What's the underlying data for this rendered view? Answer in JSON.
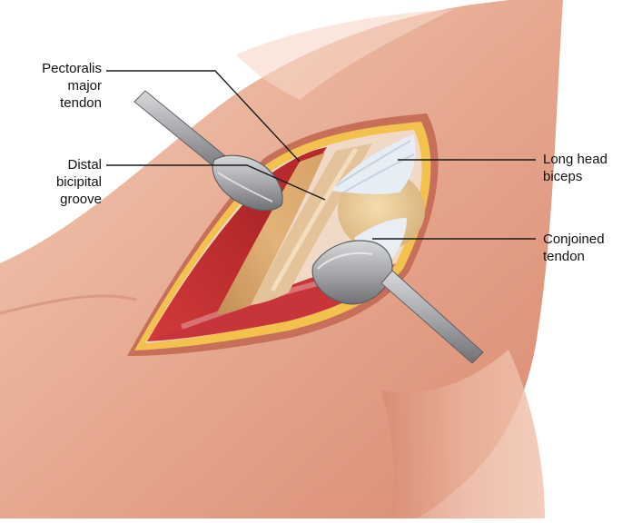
{
  "labels": {
    "pectoralis": [
      "Pectoralis",
      "major",
      "tendon"
    ],
    "distal": [
      "Distal",
      "bicipital",
      "groove"
    ],
    "long_head": [
      "Long head",
      "biceps"
    ],
    "conjoined": [
      "Conjoined",
      "tendon"
    ]
  },
  "colors": {
    "skin_light": "#f0c2ae",
    "skin": "#e39f86",
    "skin_dark": "#c9735c",
    "fat": "#f2c14e",
    "muscle": "#c8322f",
    "tendon": "#d8a86a",
    "tendon_white": "#e8eef4",
    "retractor": "#a9abae",
    "leader_line": "#1a1a1a"
  }
}
